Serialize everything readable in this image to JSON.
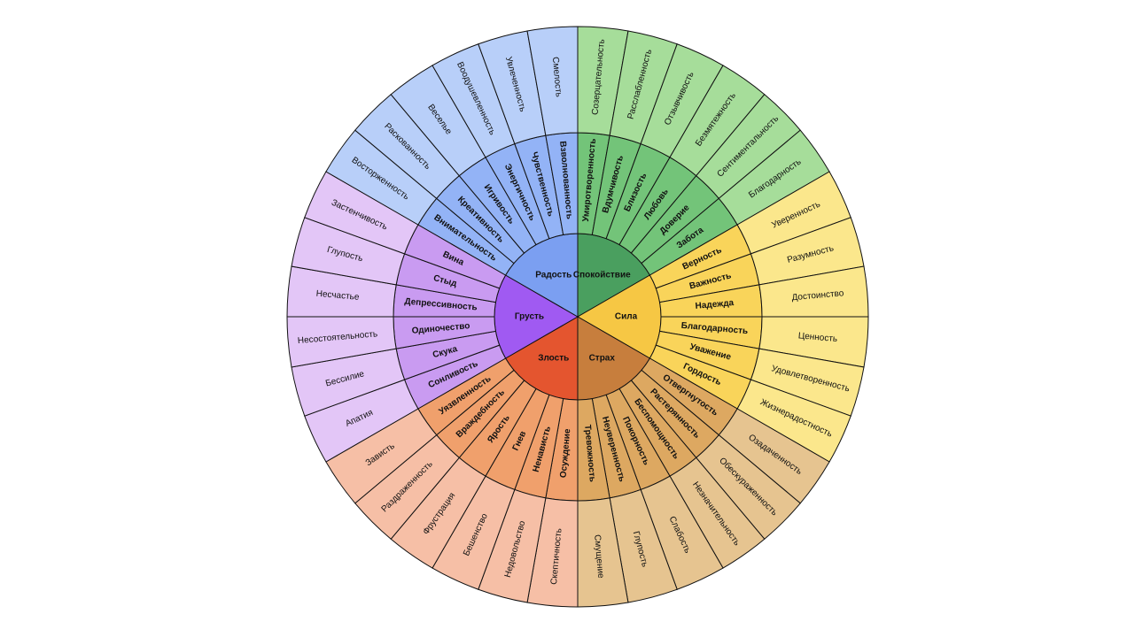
{
  "diagram": {
    "type": "emotion-wheel",
    "sectors": [
      {
        "core": "Спокойствие",
        "colors": {
          "core": "#4a9f5f",
          "middle": "#73c479",
          "outer": "#a6dd9a"
        },
        "middle": [
          "Умиротворенность",
          "Вдумчивость",
          "Близость",
          "Любовь",
          "Доверие",
          "Забота"
        ],
        "outer": [
          "Созерцательность",
          "Расслабленность",
          "Отзывчивость",
          "Безмятежность",
          "Сентиментальность",
          "Благодарность"
        ]
      },
      {
        "core": "Сила",
        "colors": {
          "core": "#f6c744",
          "middle": "#f9d45a",
          "outer": "#fbe78c"
        },
        "middle": [
          "Верность",
          "Важность",
          "Надежда",
          "Благодарность",
          "Уважение",
          "Гордость"
        ],
        "outer": [
          "Уверенность",
          "Разумность",
          "Достоинство",
          "Ценность",
          "Удовлетворенность",
          "Жизнерадостность"
        ]
      },
      {
        "core": "Страх",
        "colors": {
          "core": "#c77e3d",
          "middle": "#dda861",
          "outer": "#e6c490"
        },
        "middle": [
          "Отвергнутость",
          "Растерянность",
          "Беспомощность",
          "Покорность",
          "Неуверенность",
          "Тревожность"
        ],
        "outer": [
          "Озадаченность",
          "Обескураженность",
          "Незначительность",
          "Слабость",
          "Глупость",
          "Смущение"
        ]
      },
      {
        "core": "Злость",
        "colors": {
          "core": "#e4552f",
          "middle": "#f0a06c",
          "outer": "#f6bfa6"
        },
        "middle": [
          "Осуждение",
          "Ненависть",
          "Гнев",
          "Ярость",
          "Враждебность",
          "Уязвленность"
        ],
        "outer": [
          "Скептичность",
          "Недовольство",
          "Бешенство",
          "Фрустрация",
          "Раздраженность",
          "Зависть"
        ]
      },
      {
        "core": "Грусть",
        "colors": {
          "core": "#a05af2",
          "middle": "#c99bf1",
          "outer": "#e3c6f7"
        },
        "middle": [
          "Сонливость",
          "Скука",
          "Одиночество",
          "Депрессивность",
          "Стыд",
          "Вина"
        ],
        "outer": [
          "Апатия",
          "Бессилие",
          "Несостоятельность",
          "Несчастье",
          "Глупость",
          "Застенчивость"
        ]
      },
      {
        "core": "Радость",
        "colors": {
          "core": "#7b9ff1",
          "middle": "#93b3f6",
          "outer": "#b8cff9"
        },
        "middle": [
          "Внимательность",
          "Креативность",
          "Игривость",
          "Энергичность",
          "Чувственность",
          "Взволнованность"
        ],
        "outer": [
          "Восторженность",
          "Раскованность",
          "Веселье",
          "Воодушевленность",
          "Увлеченность",
          "Смелость"
        ]
      }
    ]
  }
}
